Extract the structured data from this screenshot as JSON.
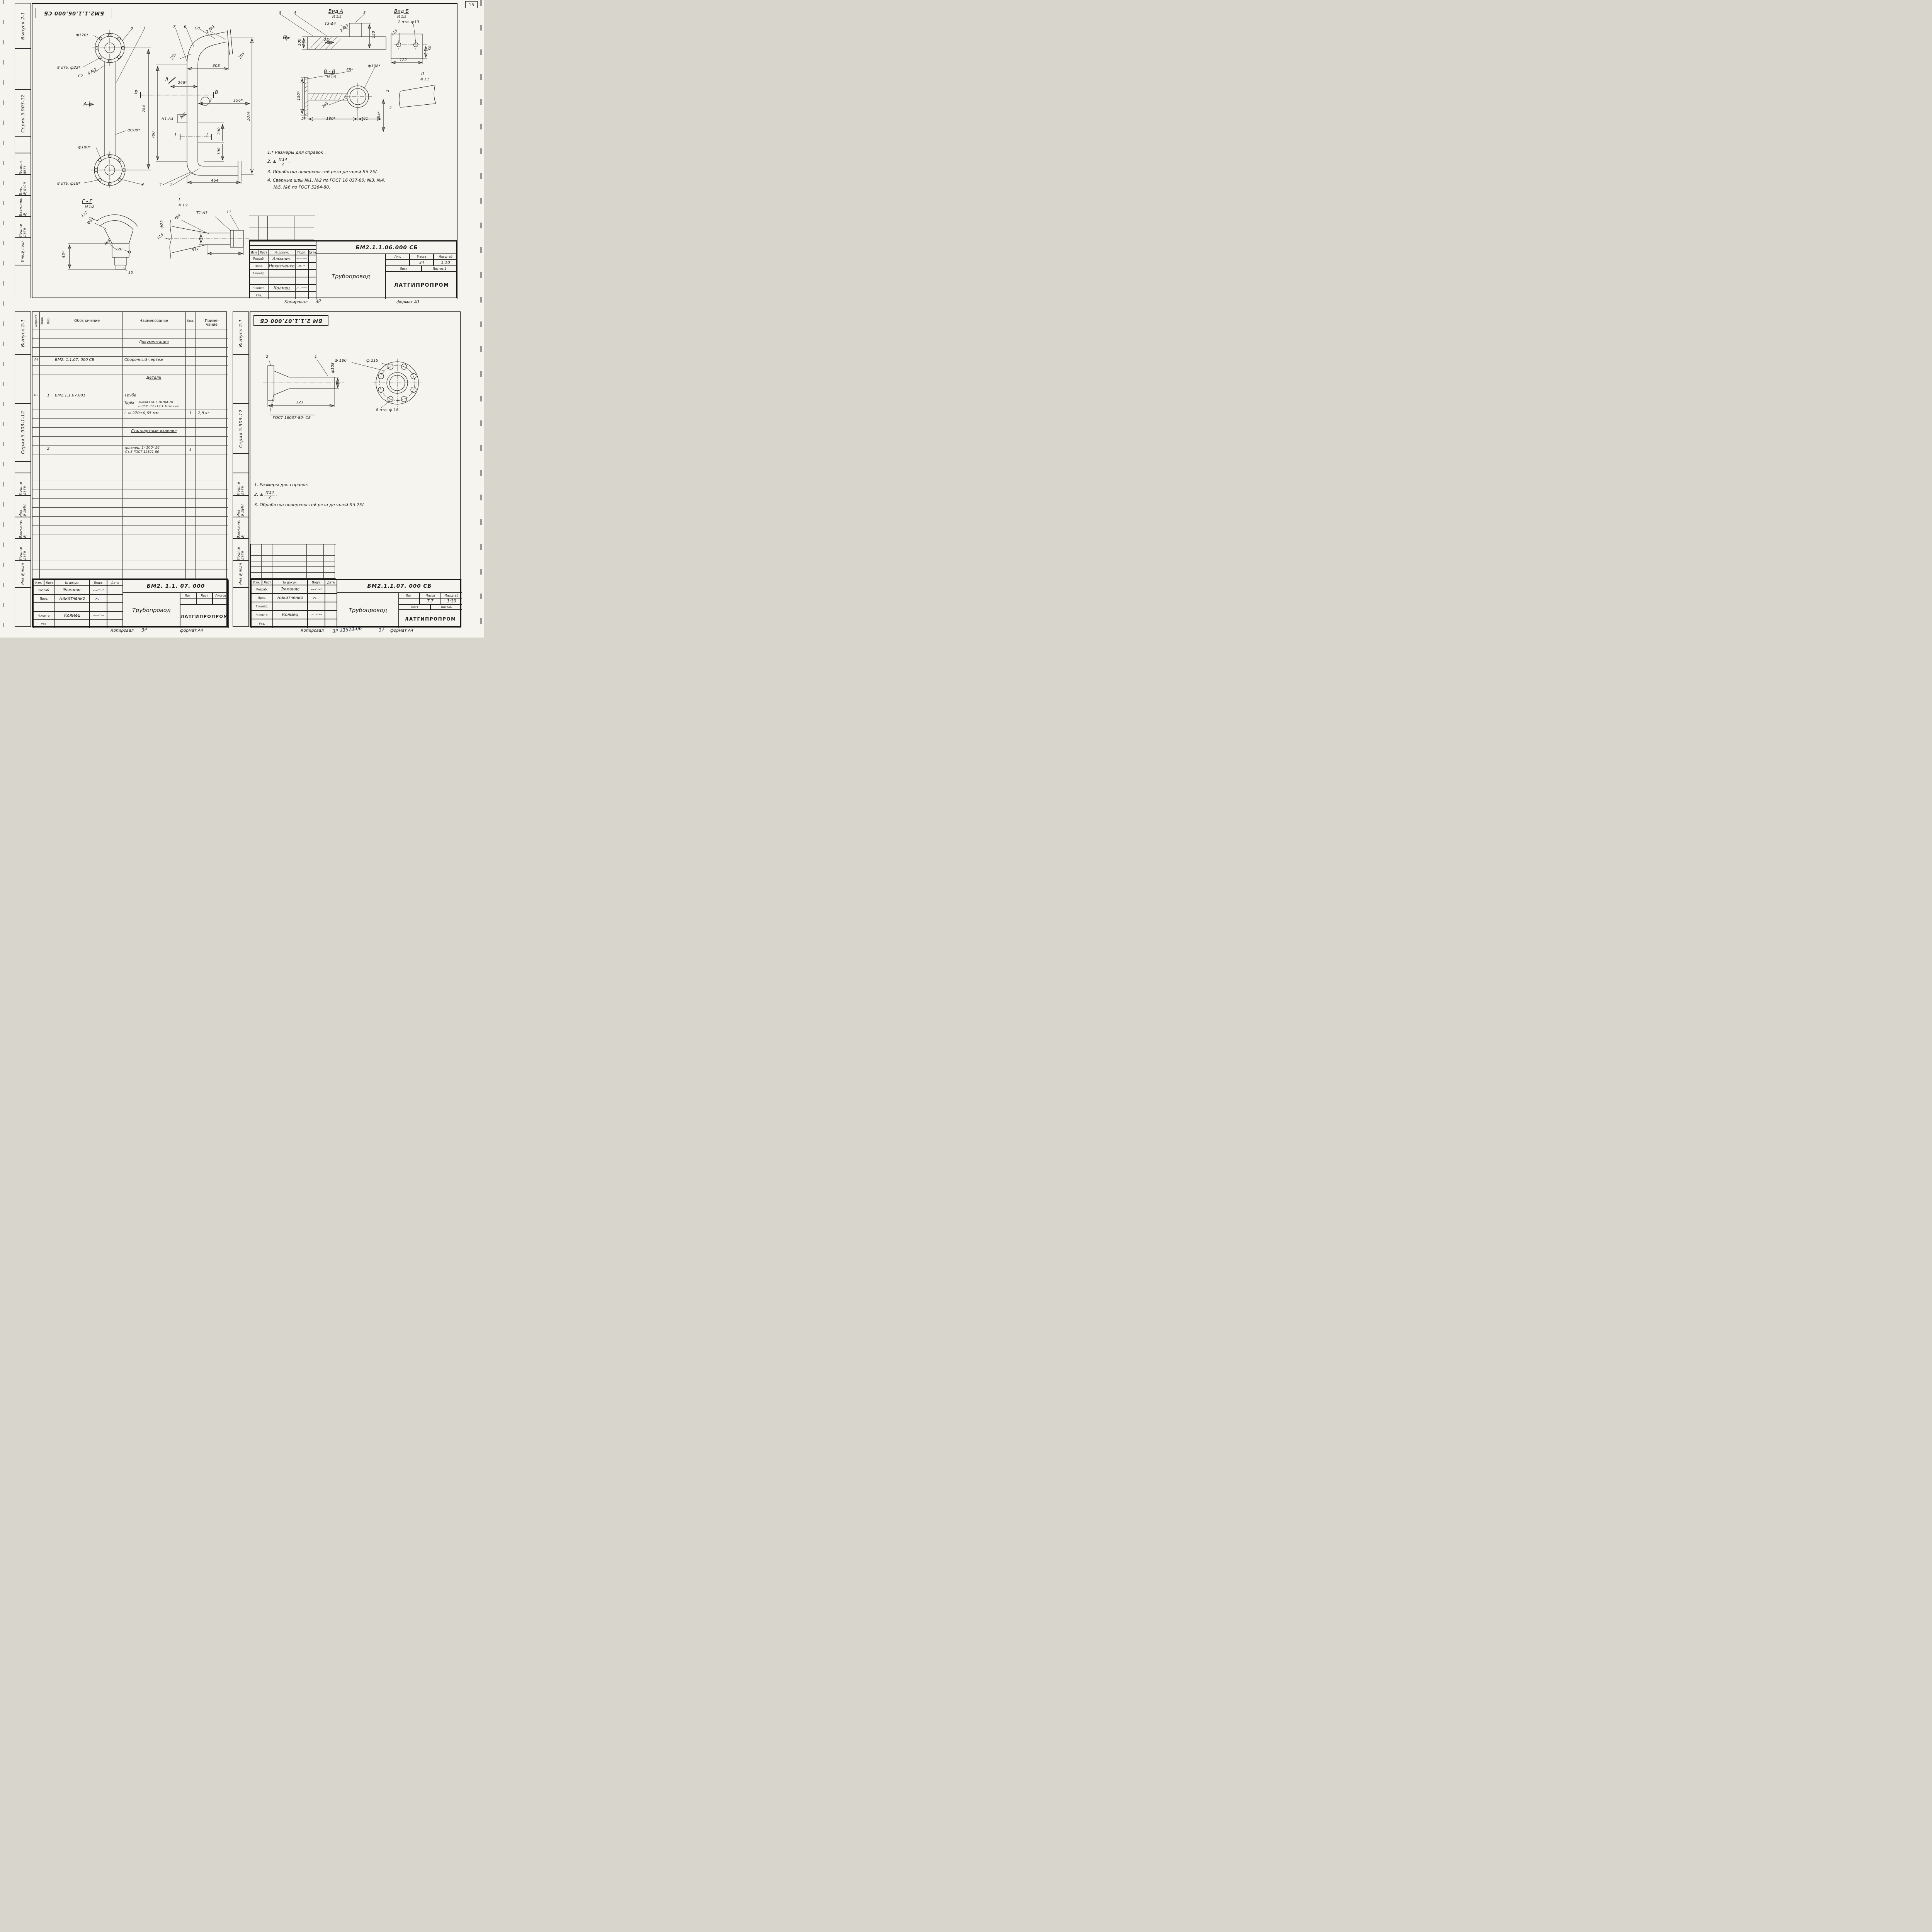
{
  "page": {
    "number": "15"
  },
  "s1": {
    "stamp_code": "БМ2.1.1.06.000 СБ",
    "margin": {
      "vypusk": "Выпуск 2-1",
      "seria": "Серия 5.903-12",
      "podp1": "Подп.и дата",
      "invdub": "Инв.№дубл",
      "vzam": "Взам.инв.№",
      "podp2": "Подп.и дата",
      "invpodl": "Инв.№подл"
    },
    "labels": [
      "ф170*",
      "8",
      "1",
      "8 отв. ф22*",
      "С2",
      "4 №2",
      "А",
      "ф108*",
      "ф180*",
      "8 отв. ф18*",
      "9",
      "784",
      "7",
      "6",
      "С8",
      "2 №1",
      "20х",
      "308",
      "II",
      "246*",
      "В",
      "В",
      "I",
      "156*",
      "Н1-Δ4",
      "№8",
      "700",
      "200",
      "100",
      "Г",
      "Г",
      "1074",
      "464",
      "7",
      "2",
      "20х",
      "5",
      "4",
      "Вид А",
      "М 1:5",
      "3",
      "Вид Б",
      "М 1:5",
      "Т3-Δ4",
      "2 №3",
      "2 отв. ф13",
      "12,5",
      "Б",
      "100",
      "25",
      "150",
      "122",
      "50",
      "В - В",
      "М 1:5",
      "S5*",
      "ф108*",
      "II",
      "М 1:5",
      "150*",
      "№3",
      "5*",
      "180*",
      "61",
      "2",
      "784*",
      "2",
      "Г - Г",
      "М 1:2",
      "12,5",
      "ф31",
      "№5",
      "У20",
      "45*",
      "10",
      "I",
      "М 1:2",
      "ф22",
      "№4",
      "Т1-Δ3",
      "11",
      "12,5",
      "53*"
    ],
    "notes": {
      "n1": "1.* Размеры  для  справок .",
      "n2a": "2.  ±",
      "n2num": "IT14",
      "n2den": "2",
      "n2end": ".",
      "n3": "3. Обработка  поверхностей  реза  деталей  БЧ  25∕.",
      "n4a": "4. Сварные  швы  №1, №2  по  ГОСТ 16 037-80;  №3, №4,",
      "n4b": "№5, №6  по  ГОСТ 5264-80."
    },
    "tb": {
      "code": "БМ2.1.1.06.000 СБ",
      "izm": "Изм.",
      "list": "Лист",
      "ndok": "№ докум.",
      "podp": "Подп.",
      "data": "Дата",
      "razrab": "Разраб.",
      "razrab_name": "Элманис",
      "prov": "Пров.",
      "prov_name": "Никитченко",
      "tkontr": "Т.контр.",
      "nkontr": "Н.контр.",
      "nkontr_name": "Колмец",
      "utv": "Утв.",
      "name": "Трубопровод",
      "lit": "Лит.",
      "massa": "Масса",
      "masshtab": "Масштаб",
      "massa_val": "34",
      "masshtab_val": "1:10",
      "list2": "Лист",
      "listov": "Листов 1",
      "org": "ЛАТГИПРОПРОМ"
    },
    "footer": {
      "kopiroval": "Копировал",
      "hand": "3Р",
      "format": "формат А3"
    }
  },
  "s2": {
    "margin": {
      "vypusk": "Выпуск 2-1",
      "seria": "Серия 5.903-1-12",
      "podp1": "Подп.и дата",
      "invdub": "Инв.№дубл",
      "vzam": "Взам.инв.№",
      "podp2": "Подп.и дата",
      "invpodl": "Инв.№подл"
    },
    "header": {
      "format": "Формат",
      "zona": "Зона",
      "poz": "Поз.",
      "oboz": "Обозначение",
      "naimen": "Наименование",
      "kol": "Кол.",
      "prim1": "Приме-",
      "prim2": "чание"
    },
    "rows": {
      "dok": "Документация",
      "r1f": "А4",
      "r1o": "БМ2. 1.1.07. 000 СБ",
      "r1n": "Сборочный  чертеж",
      "det": "Детали",
      "r2f": "БЧ",
      "r2p": "1",
      "r2o": "БМ2.1.1.07.001",
      "r2n": "Труба",
      "r3a": "Труба",
      "r3b": "108х4 ГОСТ 10704-76",
      "r3c": "В-ВСт 3сп ГОСТ 10705-80",
      "r4n": "L = 270±0,65 мм",
      "r4k": "1",
      "r4p": "2,8 кг",
      "std": "Стандартные  изделия",
      "r5p": "2",
      "r5a": "фланец, 1- 100- 16",
      "r5b": "Ст.3  ГОСТ 12821-80",
      "r5k": "1"
    },
    "tb": {
      "code": "БМ2. 1.1. 07. 000",
      "izm": "Изм.",
      "list": "Лист",
      "ndok": "№ докум.",
      "podp": "Подп.",
      "data": "Дата",
      "razrab": "Разраб.",
      "razrab_name": "Элманис",
      "prov": "Пров.",
      "prov_name": "Никитченко",
      "nkontr": "Н.контр.",
      "nkontr_name": "Колмец",
      "utv": "Утв.",
      "name": "Трубопровод",
      "lit": "Лит.",
      "list2": "Лист",
      "listov": "Листов",
      "org": "ЛАТГИПРОПРОМ"
    },
    "footer": {
      "kopiroval": "Копировал",
      "hand": "3Р",
      "format": "формат А4"
    }
  },
  "s3": {
    "stamp_code": "БМ 2.1.1.07.000 СБ",
    "margin": {
      "vypusk": "Выпуск 2-1",
      "seria": "Серия 5.903-12",
      "podp1": "Подп.и дата",
      "invdub": "Инв.№дубл",
      "vzam": "Взам.инв.№",
      "podp2": "Подп.и дата",
      "invpodl": "Инв.№подл"
    },
    "labels": [
      "2",
      "1",
      "ф 180",
      "ф 215",
      "ф108",
      "323",
      "8 отв. ф 18",
      "ГОСТ 16037-80- С8"
    ],
    "notes": {
      "n1": "1.  Размеры  для  справок",
      "n2a": "2.  ±",
      "n2num": "IT14",
      "n2den": "2",
      "n2end": ".",
      "n3": "3.  Обработка  поверхностей  реза  деталей  БЧ  25∕."
    },
    "tb": {
      "code": "БМ2.1.1.07. 000 СБ",
      "izm": "Изм.",
      "list": "Лист",
      "ndok": "№ докум.",
      "podp": "Подп.",
      "data": "Дата",
      "razrab": "Разраб.",
      "razrab_name": "Элманис",
      "prov": "Пров.",
      "prov_name": "Никитченко",
      "tkontr": "Т.контр.",
      "nkontr": "Н.контр.",
      "nkontr_name": "Колмец",
      "utv": "Утв.",
      "name": "Трубопровод",
      "lit": "Лит.",
      "massa": "Масса",
      "masshtab": "Масштаб",
      "massa_val": "7,7",
      "masshtab_val": "1:10",
      "list2": "Лист",
      "listov": "Листов",
      "org": "ЛАТГИПРОПРОМ"
    },
    "footer": {
      "kopiroval": "Копировал",
      "hand": "3Р 23523-06",
      "hand2": "17",
      "format": "формат А4"
    }
  }
}
